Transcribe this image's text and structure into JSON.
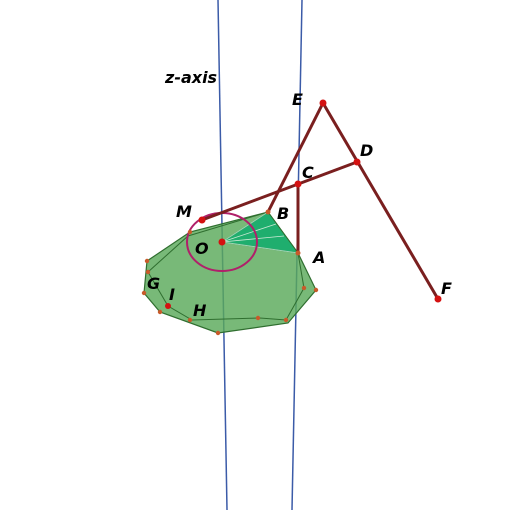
{
  "colors": {
    "axis": "#3b5ba8",
    "frame": "#7a1f1f",
    "polygon_fill": "#5aaa5a",
    "polygon_edge": "#2f6e2f",
    "sector_fill": "#1fae6e",
    "arc": "#b0206a",
    "point": "#d41111",
    "small_point": "#c85a2a",
    "label": "#000000"
  },
  "labels": {
    "z_axis": "z-axis",
    "E": "E",
    "D": "D",
    "C": "C",
    "B": "B",
    "M": "M",
    "O": "O",
    "A": "A",
    "F": "F",
    "G": "G",
    "I": "I",
    "H": "H"
  }
}
